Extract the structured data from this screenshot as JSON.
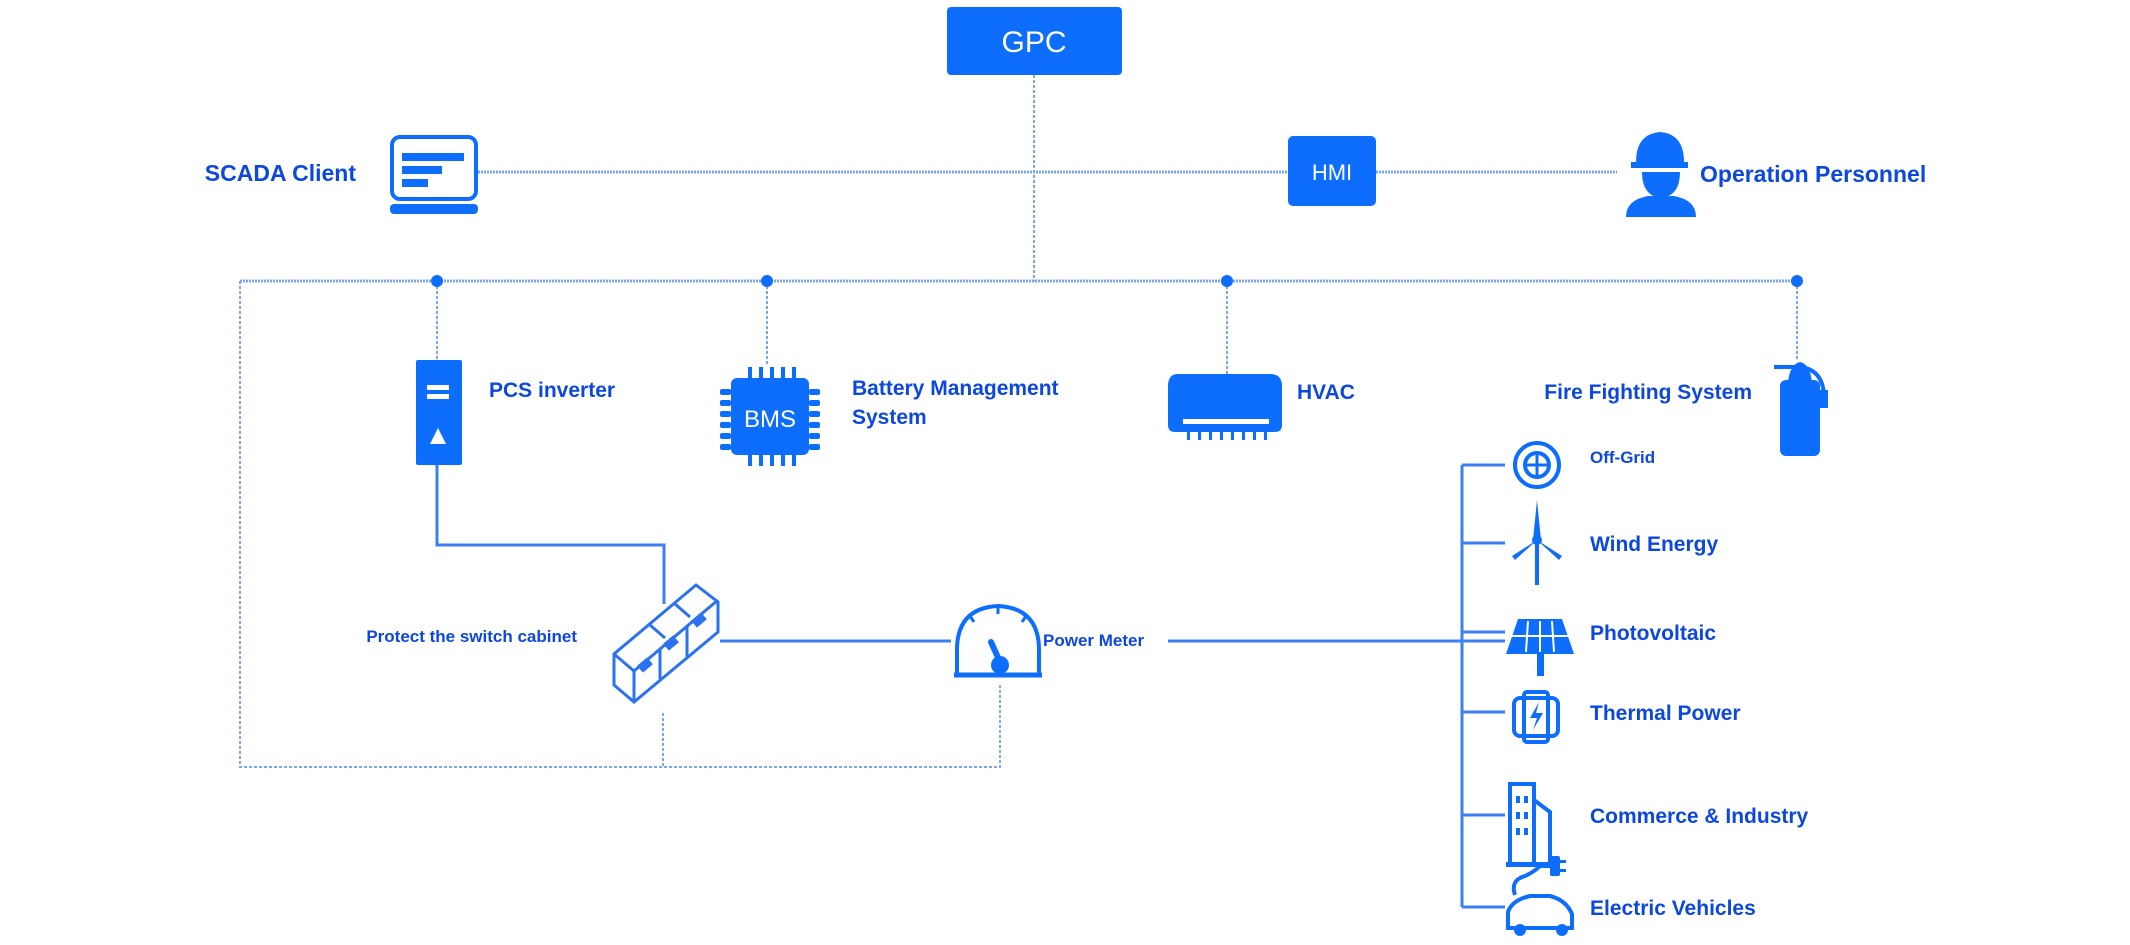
{
  "colors": {
    "accent": "#0d6efd",
    "text": "#0c47e0",
    "line": "#7aa6f2"
  },
  "top": {
    "gpc": "GPC",
    "hmi": "HMI",
    "scada_client": "SCADA Client",
    "operation_personnel": "Operation Personnel"
  },
  "devices": {
    "pcs": "PCS inverter",
    "bms_chip": "BMS",
    "bms_line1": "Battery Management",
    "bms_line2": "System",
    "hvac": "HVAC",
    "fire": "Fire Fighting System"
  },
  "power": {
    "cabinet": "Protect the switch cabinet",
    "meter": "Power Meter"
  },
  "sources": [
    {
      "label": "Off-Grid",
      "icon": "globe-icon"
    },
    {
      "label": "Wind Energy",
      "icon": "wind-turbine-icon"
    },
    {
      "label": "Photovoltaic",
      "icon": "solar-panel-icon"
    },
    {
      "label": "Thermal Power",
      "icon": "thermal-generator-icon"
    },
    {
      "label": "Commerce & Industry",
      "icon": "building-icon"
    },
    {
      "label": "Electric Vehicles",
      "icon": "electric-car-icon"
    }
  ]
}
